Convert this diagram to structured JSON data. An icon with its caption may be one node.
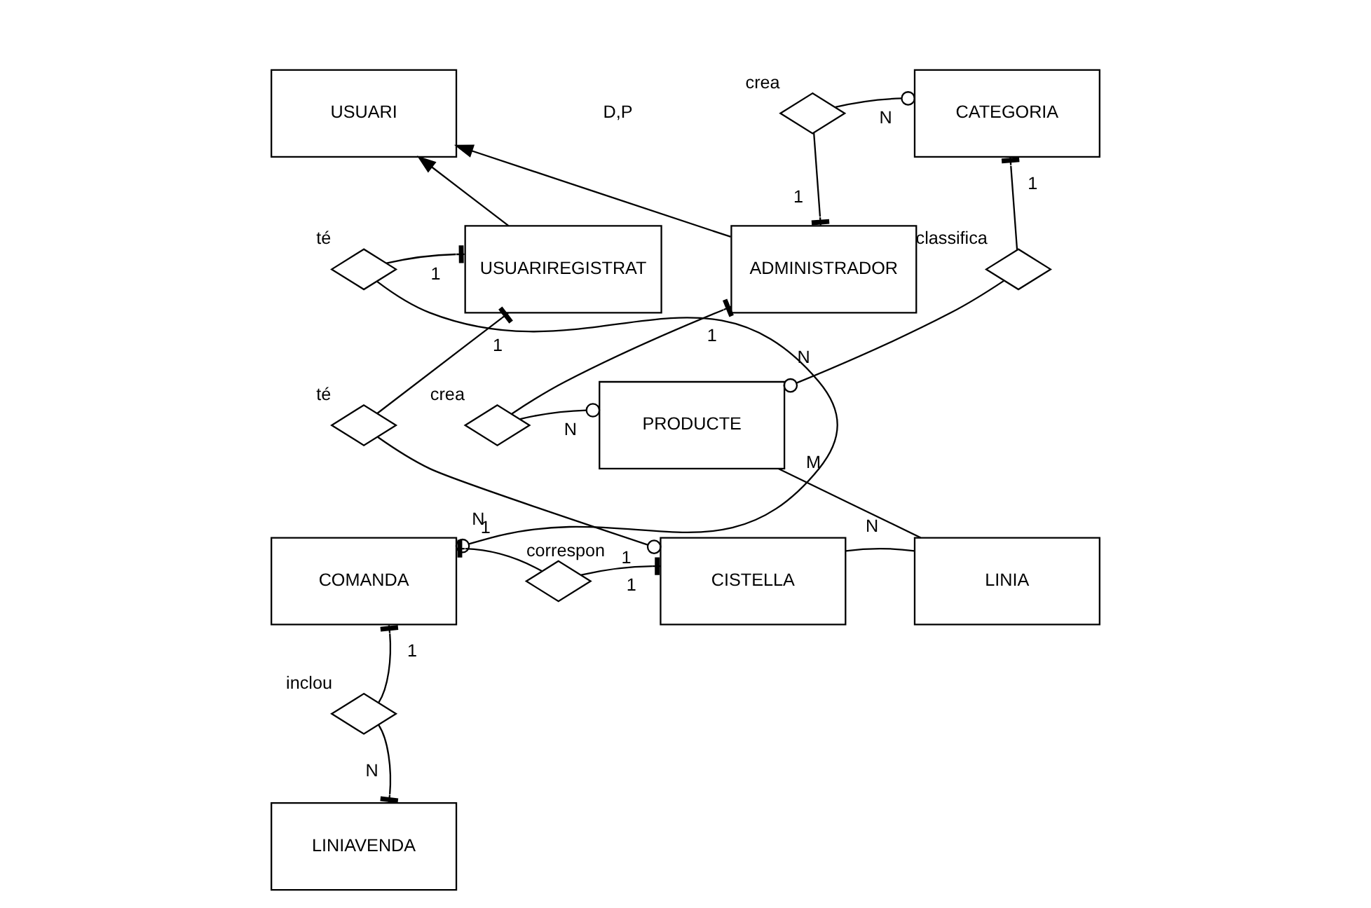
{
  "diagram": {
    "nodes": [
      {
        "text": [
          "USUARI"
        ]
      },
      {
        "text": [],
        "shape": "diamond",
        "beside": [
          "crea"
        ]
      },
      {
        "text": [
          "CATEGORIA"
        ]
      },
      {
        "text": [],
        "shape": "diamond",
        "beside": [
          "té"
        ]
      },
      {
        "text": [
          "USUARIREGISTRAT"
        ]
      },
      {
        "text": [
          "ADMINISTRADOR"
        ]
      },
      {
        "text": [],
        "shape": "diamond",
        "beside": [
          "classifica"
        ]
      },
      {
        "text": [],
        "shape": "diamond",
        "beside": [
          "té"
        ]
      },
      {
        "text": [],
        "shape": "diamond",
        "beside": [
          "crea"
        ]
      },
      {
        "text": [
          "PRODUCTE"
        ]
      },
      {
        "text": [
          "COMANDA"
        ]
      },
      {
        "text": [],
        "shape": "diamond",
        "beside": [
          "correspon"
        ]
      },
      {
        "text": [
          "CISTELLA"
        ]
      },
      {
        "text": [
          "LINIA"
        ]
      },
      {
        "text": [],
        "shape": "diamond",
        "beside": [
          "inclou"
        ]
      },
      {
        "text": [
          "LINIAVENDA"
        ]
      }
    ],
    "edges": [
      {
        "from": 4,
        "to": 0,
        "arrow": "to"
      },
      {
        "from": 5,
        "to": 0,
        "arrow": "to"
      },
      {
        "from": 3,
        "to": 4,
        "arrow": "other",
        "label": "1"
      },
      {
        "from": 3,
        "to": 10,
        "arrow": "other",
        "label": "N"
      },
      {
        "from": 1,
        "to": 5,
        "arrow": "other",
        "label": "1"
      },
      {
        "from": 1,
        "to": 2,
        "arrow": "other",
        "label": "N"
      },
      {
        "from": 8,
        "to": 5,
        "arrow": "other",
        "label": "1"
      },
      {
        "from": 8,
        "to": 9,
        "arrow": "other",
        "label": "N"
      },
      {
        "from": 6,
        "to": 2,
        "arrow": "other",
        "label": "1"
      },
      {
        "from": 6,
        "to": 9,
        "arrow": "other",
        "label": "N"
      },
      {
        "from": 7,
        "to": 4,
        "arrow": "other",
        "label": "1"
      },
      {
        "from": 7,
        "to": 12,
        "arrow": "other",
        "label": "1"
      },
      {
        "from": 11,
        "to": 10,
        "arrow": "other",
        "label": "1"
      },
      {
        "from": 11,
        "to": 12,
        "arrow": "other",
        "label": "1"
      },
      {
        "from": 14,
        "to": 10,
        "arrow": "other",
        "label": "1"
      },
      {
        "from": 14,
        "to": 15,
        "arrow": "other",
        "label": "N"
      },
      {
        "from": 13,
        "to": 12,
        "arrow": "none",
        "label": "N"
      },
      {
        "from": 13,
        "to": 9,
        "arrow": "none",
        "label": "M"
      }
    ],
    "labels": [
      "D,P"
    ]
  }
}
